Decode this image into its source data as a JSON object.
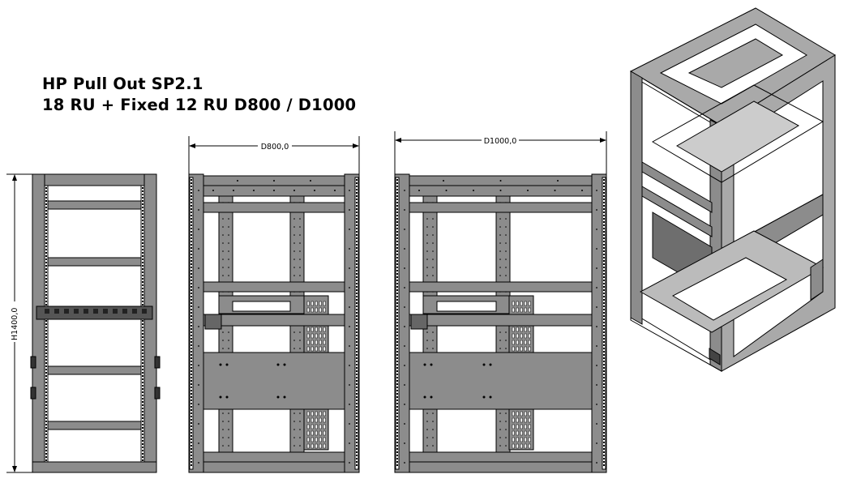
{
  "title": {
    "line1": "HP Pull Out SP2.1",
    "line2": "18 RU + Fixed 12 RU D800 / D1000"
  },
  "views": {
    "front": {
      "height_label": "H1400,0"
    },
    "side_d800": {
      "depth_label": "D800,0"
    },
    "side_d1000": {
      "depth_label": "D1000,0"
    },
    "isometric": {}
  },
  "colors": {
    "steel": "#8c8c8c",
    "steel_light": "#a9a9a9",
    "line": "#000000",
    "background": "#ffffff"
  }
}
